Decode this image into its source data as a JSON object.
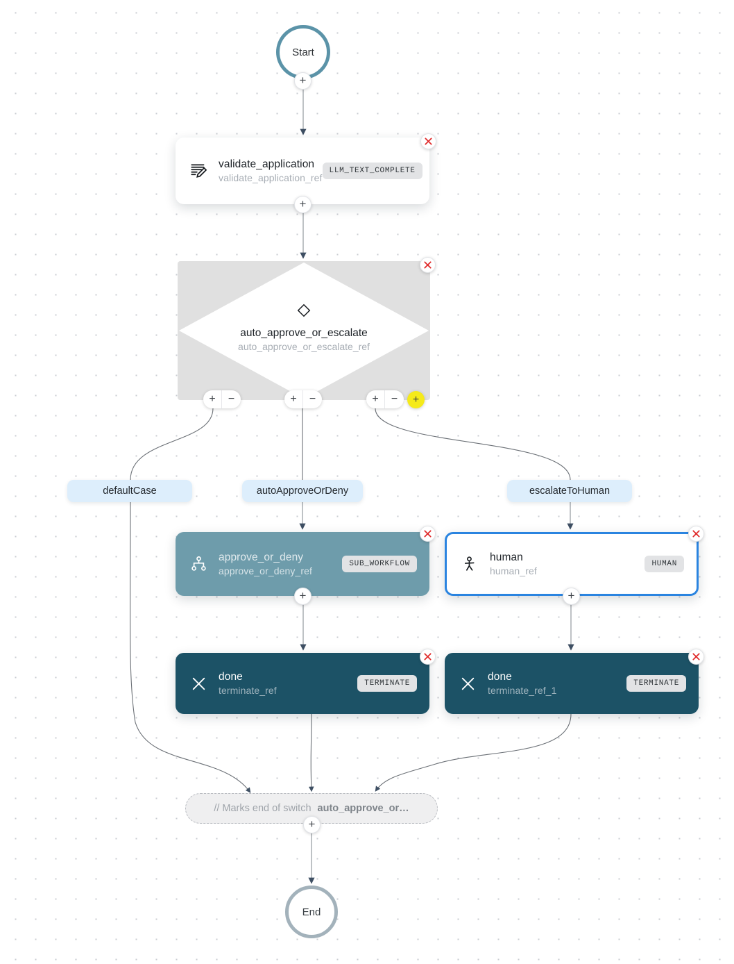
{
  "canvas": {
    "background": "#ffffff",
    "grid_dot_color": "#c9ccd2"
  },
  "start_node": {
    "label": "Start",
    "border_color": "#5b93a8"
  },
  "end_node": {
    "label": "End",
    "border_color": "#a3b2bb"
  },
  "nodes": [
    {
      "id": "validate",
      "title": "validate_application",
      "subtitle": "validate_application_ref",
      "badge": "LLM_TEXT_COMPLETE",
      "icon": "document-pencil-icon",
      "style": "white"
    },
    {
      "id": "switch",
      "title": "auto_approve_or_escalate",
      "subtitle": "auto_approve_or_escalate_ref",
      "icon": "diamond-icon",
      "style": "switch",
      "container_color": "#e0e0e0"
    },
    {
      "id": "subworkflow",
      "title": "approve_or_deny",
      "subtitle": "approve_or_deny_ref",
      "badge": "SUB_WORKFLOW",
      "icon": "hierarchy-icon",
      "style": "teal",
      "color": "#6e9cab"
    },
    {
      "id": "human",
      "title": "human",
      "subtitle": "human_ref",
      "badge": "HUMAN",
      "icon": "person-icon",
      "style": "white-selected",
      "selection_color": "#2a84e0"
    },
    {
      "id": "terminate-left",
      "title": "done",
      "subtitle": "terminate_ref",
      "badge": "TERMINATE",
      "icon": "x-icon",
      "style": "dark-teal",
      "color": "#1c5266"
    },
    {
      "id": "terminate-right",
      "title": "done",
      "subtitle": "terminate_ref_1",
      "badge": "TERMINATE",
      "icon": "x-icon",
      "style": "dark-teal",
      "color": "#1c5266"
    }
  ],
  "case_labels": [
    {
      "id": "default",
      "label": "defaultCase"
    },
    {
      "id": "auto",
      "label": "autoApproveOrDeny"
    },
    {
      "id": "escalate",
      "label": "escalateToHuman"
    }
  ],
  "switch_controls": {
    "plus": "+",
    "minus": "−",
    "highlighted_plus": "+",
    "highlight_color": "#f5ea19",
    "groups": 3
  },
  "comment_bar": {
    "text": "// Marks end of switch",
    "name": "auto_approve_or…"
  },
  "edge_handles": {
    "plus": "+"
  },
  "close_buttons": {
    "glyph": "✕",
    "color": "#e02b2b"
  }
}
